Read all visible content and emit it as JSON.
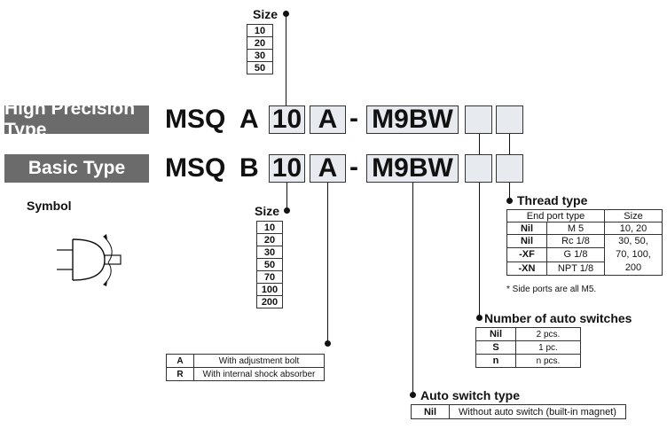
{
  "type_labels": {
    "high_precision": "High Precision Type",
    "basic": "Basic Type"
  },
  "row_a": {
    "prefix": "MSQ",
    "letter": "A",
    "size": "10",
    "option": "A",
    "dash": "-",
    "switch": "M9BW"
  },
  "row_b": {
    "prefix": "MSQ",
    "letter": "B",
    "size": "10",
    "option": "A",
    "dash": "-",
    "switch": "M9BW"
  },
  "size_top": {
    "title": "Size",
    "values": [
      "10",
      "20",
      "30",
      "50"
    ]
  },
  "size_bottom": {
    "title": "Size",
    "values": [
      "10",
      "20",
      "30",
      "50",
      "70",
      "100",
      "200"
    ]
  },
  "symbol": {
    "title": "Symbol"
  },
  "thread_type": {
    "title": "Thread type",
    "headers": [
      "End port type",
      "Size"
    ],
    "rows": [
      {
        "code": "Nil",
        "port": "M 5",
        "size": "10, 20"
      },
      {
        "code": "Nil",
        "port": "Rc 1/8",
        "size": "30, 50,"
      },
      {
        "code": "-XF",
        "port": "G 1/8",
        "size": "70, 100,"
      },
      {
        "code": "-XN",
        "port": "NPT 1/8",
        "size": "200"
      }
    ],
    "note": "* Side ports are all M5."
  },
  "auto_switch_count": {
    "title": "Number of auto switches",
    "rows": [
      {
        "code": "Nil",
        "desc": "2 pcs."
      },
      {
        "code": "S",
        "desc": "1 pc."
      },
      {
        "code": "n",
        "desc": "n pcs."
      }
    ]
  },
  "adjustment": {
    "rows": [
      {
        "code": "A",
        "desc": "With adjustment bolt"
      },
      {
        "code": "R",
        "desc": "With internal shock absorber"
      }
    ]
  },
  "auto_switch_type": {
    "title": "Auto switch type",
    "rows": [
      {
        "code": "Nil",
        "desc": "Without auto switch (built-in magnet)"
      }
    ]
  }
}
